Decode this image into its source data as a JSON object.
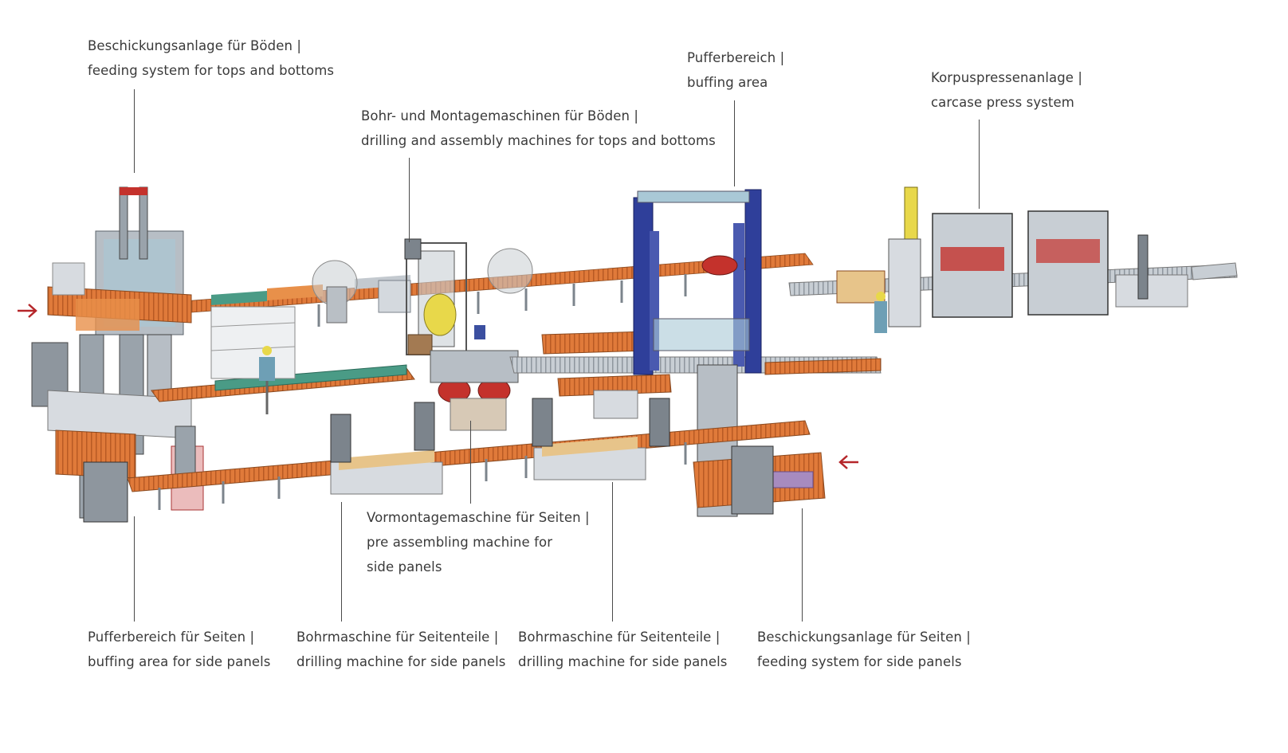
{
  "colors": {
    "conveyor": "#e07a3a",
    "frame_blue": "#2f3f9a",
    "machine_grey": "#9aa3ab",
    "light_blue": "#a9c8d6",
    "green_belt": "#4a9b86",
    "arrow_red": "#b5262a",
    "press_red": "#c4322c",
    "yellow": "#e8d84a"
  },
  "callouts": [
    {
      "id": "feed-tops",
      "line1": "Beschickungsanlage für Böden |",
      "line2": "feeding system for tops and bottoms"
    },
    {
      "id": "drill-tops",
      "line1": "Bohr- und Montagemaschinen für Böden |",
      "line2": "drilling and assembly machines for tops and bottoms"
    },
    {
      "id": "buffer",
      "line1": "Pufferbereich |",
      "line2": "buffing area"
    },
    {
      "id": "press",
      "line1": "Korpuspressenanlage |",
      "line2": "carcase press system"
    },
    {
      "id": "preassembly",
      "line1": "Vormontagemaschine für Seiten |",
      "line2": "pre assembling machine for",
      "line3": "side panels"
    },
    {
      "id": "buffer-sides",
      "line1": "Pufferbereich für Seiten |",
      "line2": "buffing area for side panels"
    },
    {
      "id": "drill-sides-1",
      "line1": "Bohrmaschine für Seitenteile |",
      "line2": "drilling machine for side panels"
    },
    {
      "id": "drill-sides-2",
      "line1": "Bohrmaschine für Seitenteile |",
      "line2": "drilling machine for side panels"
    },
    {
      "id": "feed-sides",
      "line1": "Beschickungsanlage für Seiten |",
      "line2": "feeding system for side panels"
    }
  ],
  "icons": [
    "input-arrow-icon",
    "input-arrow-icon"
  ]
}
